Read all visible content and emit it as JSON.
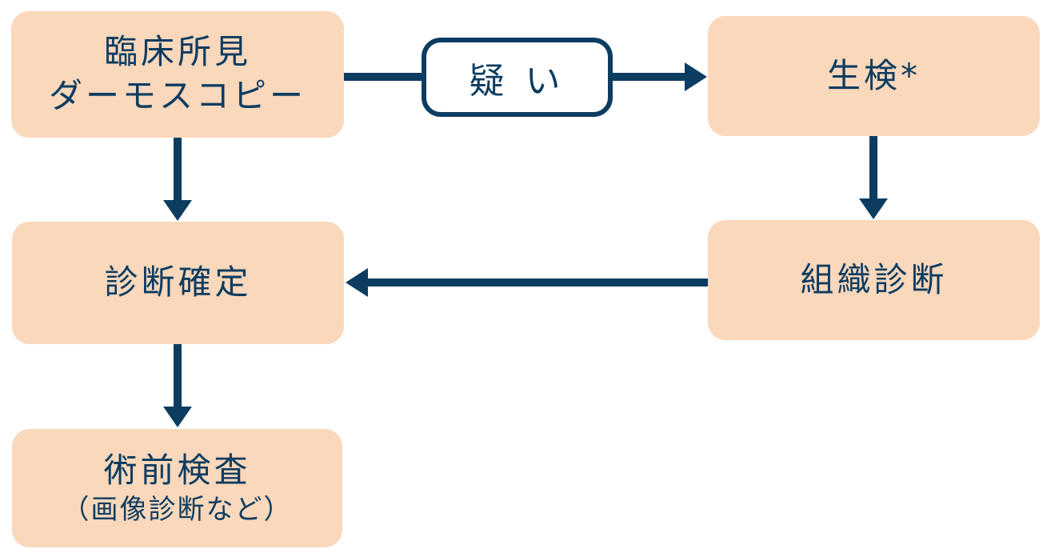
{
  "diagram": {
    "title": "diagnosis-workflow-flowchart",
    "colors": {
      "box_fill": "#FAD8BB",
      "ink": "#0D3C61",
      "label_bg": "#FFFFFF"
    },
    "nodes": {
      "clinical": {
        "line1": "臨床所見",
        "line2": "ダーモスコピー"
      },
      "biopsy": {
        "label": "生検*"
      },
      "tissue": {
        "label": "組織診断"
      },
      "confirm": {
        "label": "診断確定"
      },
      "preop": {
        "line1": "術前検査",
        "line2": "（画像診断など）"
      }
    },
    "edge_label": {
      "suspicion": "疑 い"
    },
    "edges": [
      {
        "from": "clinical",
        "to": "biopsy",
        "label": "疑 い",
        "direction": "right"
      },
      {
        "from": "biopsy",
        "to": "tissue",
        "direction": "down"
      },
      {
        "from": "tissue",
        "to": "confirm",
        "direction": "left"
      },
      {
        "from": "clinical",
        "to": "confirm",
        "direction": "down"
      },
      {
        "from": "confirm",
        "to": "preop",
        "direction": "down"
      }
    ]
  }
}
